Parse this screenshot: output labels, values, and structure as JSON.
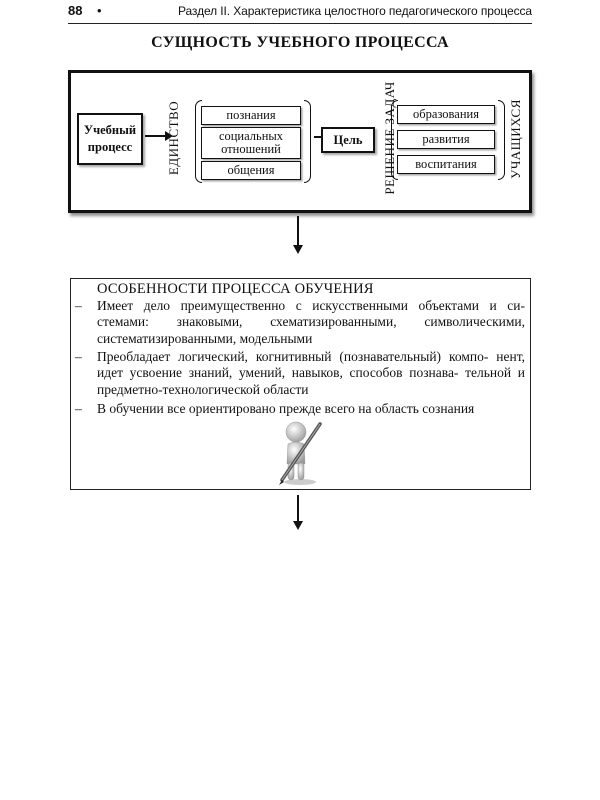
{
  "header": {
    "page_number": "88",
    "separator": "•",
    "section_title": "Раздел II. Характеристика целостного педагогического процесса"
  },
  "page_title": "СУЩНОСТЬ УЧЕБНОГО ПРОЦЕССА",
  "diagram": {
    "process_label": "Учебный процесс",
    "unity_label": "ЕДИНСТВО",
    "unity_items": [
      "познания",
      "социальных отношений",
      "общения"
    ],
    "goal_label": "Цель",
    "tasks_label": "РЕШЕНИЕ ЗАДАЧ",
    "task_items": [
      "образования",
      "развития",
      "воспитания"
    ],
    "students_label": "УЧАЩИХСЯ"
  },
  "features": {
    "heading": "ОСОБЕННОСТИ ПРОЦЕССА ОБУЧЕНИЯ",
    "bullet": "–",
    "items": [
      "Имеет дело преимущественно с искусственными объектами и си- стемами: знаковыми, схематизированными, символическими, систематизированными, модельными",
      "Преобладает логический, когнитивный (познавательный) компо- нент, идет усвоение знаний, умений, навыков, способов познава- тельной и предметно-технологической области",
      "В обучении все ориентировано прежде всего на область сознания"
    ]
  }
}
